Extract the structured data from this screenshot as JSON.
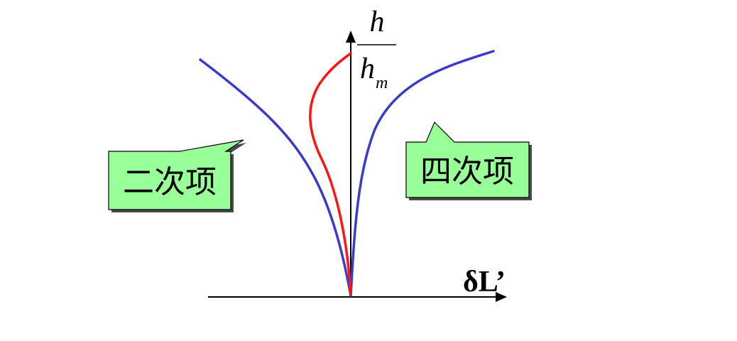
{
  "diagram": {
    "y_axis_label": {
      "numerator": "h",
      "denominator": "h",
      "subscript": "m"
    },
    "x_axis_label": "δL’",
    "callouts": {
      "left": "二次项",
      "right": "四次项"
    },
    "colors": {
      "axis": "#000000",
      "blue_curve": "#3a3acc",
      "red_curve": "#ff1414",
      "callout_fill": "#99ff99",
      "callout_border": "#000000",
      "callout_shadow": "#4a4a4a"
    }
  }
}
